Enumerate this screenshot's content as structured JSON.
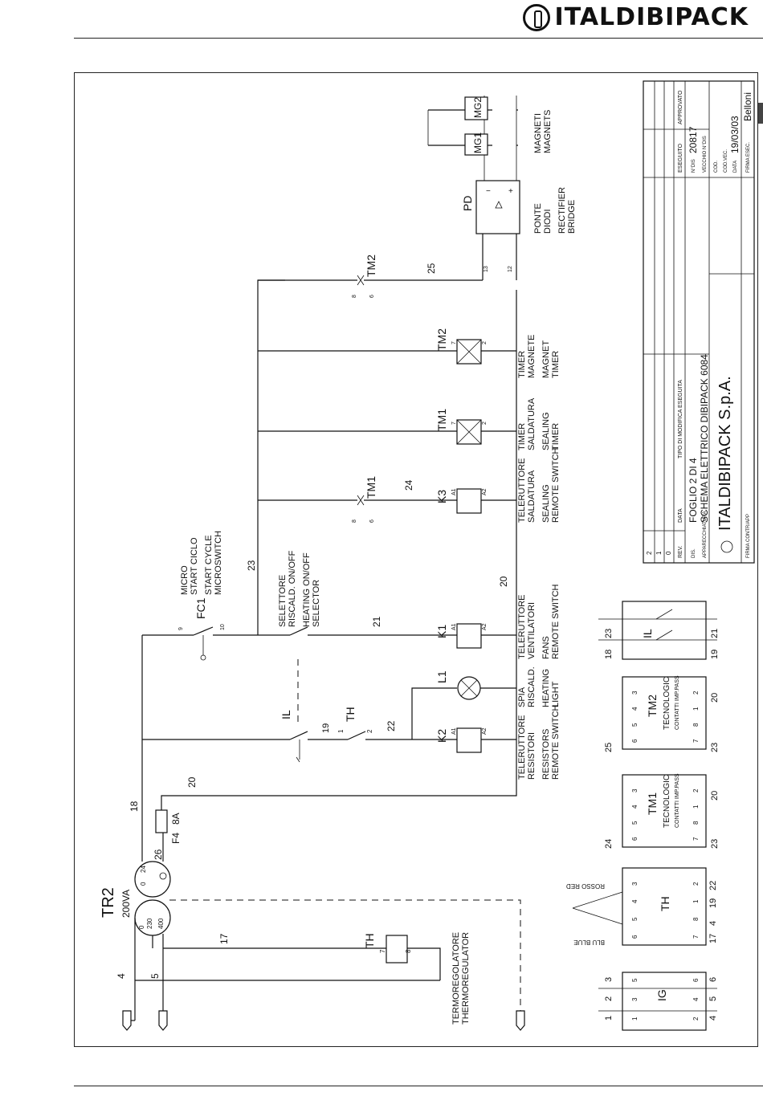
{
  "header": {
    "brand": "ITALDIBIPACK"
  },
  "diagram": {
    "transformer": {
      "name": "TR2",
      "rating": "200VA",
      "tap_in": "0",
      "tap_230": "230",
      "tap_400": "400",
      "tap_out0": "0",
      "tap_out24": "24"
    },
    "fuse": {
      "name": "F4",
      "rating": "8A"
    },
    "wires": {
      "w4": "4",
      "w5": "5",
      "w17": "17",
      "w18": "18",
      "w26": "26",
      "w20a": "20",
      "w19": "19",
      "w22": "22",
      "w21": "21",
      "w23": "23",
      "w24": "24",
      "w20b": "20",
      "w25": "25"
    },
    "thermoregulator": {
      "tag": "TH",
      "pin7": "7",
      "pin8": "8",
      "label_it": "TERMOREGOLATORE",
      "label_en": "THERMOREGULATOR"
    },
    "components": {
      "IL": "IL",
      "TH": "TH",
      "TH_p1": "1",
      "TH_p2": "2",
      "FC1": "FC1",
      "FC1_p9": "9",
      "FC1_p10": "10",
      "micro": [
        "MICRO",
        "START CICLO",
        "START CYCLE",
        "MICROSWITCH"
      ],
      "selector": [
        "SELETTORE",
        "RISCALD. ON/OFF",
        "HEATING ON/OFF",
        "SELECTOR"
      ],
      "TM1_contact": "TM1",
      "TM1_c8": "8",
      "TM1_c6": "6",
      "TM2_contact": "TM2",
      "TM2_c8": "8",
      "TM2_c6": "6"
    },
    "loads": [
      {
        "tag": "K2",
        "a1": "A1",
        "a2": "A2",
        "desc": [
          "TELERUTTORE",
          "RESISTORI",
          "RESISTORS",
          "REMOTE SWITCH"
        ]
      },
      {
        "tag": "L1",
        "desc": [
          "SPIA",
          "RISCALD.",
          "HEATING",
          "LIGHT"
        ]
      },
      {
        "tag": "K1",
        "a1": "A1",
        "a2": "A2",
        "desc": [
          "TELERUTTORE",
          "VENTILATORI",
          "FANS",
          "REMOTE SWITCH"
        ]
      },
      {
        "tag": "K3",
        "a1": "A1",
        "a2": "A2",
        "desc": [
          "TELERUTTORE",
          "SALDATURA",
          "SEALING",
          "REMOTE SWITCH"
        ]
      },
      {
        "tag": "TM1",
        "a1": "7",
        "a2": "2",
        "desc": [
          "TIMER",
          "SALDATURA",
          "SEALING",
          "TIMER"
        ]
      },
      {
        "tag": "TM2",
        "a1": "7",
        "a2": "2",
        "desc": [
          "TIMER",
          "MAGNETE",
          "MAGNET",
          "TIMER"
        ]
      }
    ],
    "bridge": {
      "tag": "PD",
      "p13": "13",
      "p12": "12",
      "minus": "−",
      "plus": "+",
      "desc": [
        "PONTE",
        "DIODI",
        "RECTIFIER",
        "BRIDGE"
      ]
    },
    "magnets": {
      "mg1": "MG1",
      "mg2": "MG2",
      "desc": [
        "MAGNETI",
        "MAGNETS"
      ]
    },
    "modules": {
      "IG": {
        "tag": "IG",
        "top": [
          "1",
          "3",
          "5"
        ],
        "bottom": [
          "2",
          "4",
          "6"
        ],
        "wires_top": [
          "1",
          "2",
          "3"
        ],
        "wires_bottom": [
          "4",
          "5",
          "6"
        ]
      },
      "TH": {
        "tag": "TH",
        "top": [
          "6",
          "5",
          "4",
          "3"
        ],
        "bottom": [
          "7",
          "8",
          "1",
          "2"
        ],
        "wires_bottom": [
          "17",
          "4",
          "19",
          "22"
        ],
        "blue": "BLU BLUE",
        "red": "ROSSO RED"
      },
      "TM1": {
        "tag": "TM1",
        "brand": "TECNOLOGIC",
        "sub": "CONTATTI IMP.PASS",
        "top": [
          "6",
          "5",
          "4",
          "3"
        ],
        "bottom": [
          "7",
          "8",
          "1",
          "2"
        ],
        "wire_top": "24",
        "wire_bottom_l": "23",
        "wire_bottom_r": "20"
      },
      "TM2": {
        "tag": "TM2",
        "brand": "TECNOLOGIC",
        "sub": "CONTATTI IMP.PASS",
        "top": [
          "6",
          "5",
          "4",
          "3"
        ],
        "bottom": [
          "7",
          "8",
          "1",
          "2"
        ],
        "wire_top": "25",
        "wire_bottom_l": "23",
        "wire_bottom_r": "20"
      },
      "IL": {
        "tag": "IL",
        "wires_top": [
          "18",
          "23"
        ],
        "wires_bottom": [
          "19",
          "21"
        ]
      }
    },
    "title_block": {
      "rows": [
        "2",
        "1",
        "0"
      ],
      "rev": "REV.",
      "data": "DATA",
      "tipo": "TIPO DI MODIFICA ESEGUITA",
      "eseguito": "ESEGUITO",
      "approvato": "APPROVATO",
      "sheet": "FOGLIO 2 DI 4",
      "title": "SCHEMA ELETTRICO DIBIPACK 6084",
      "company": "ITALDIBIPACK S.p.A.",
      "dis_label": "DIS.",
      "app_label": "APPARECCHIATURA",
      "n_label": "N°DIS",
      "n_val": "20817",
      "vecchio": "VECCHIO N°DIS",
      "cod": "COD.",
      "cod_vec": "COD.VEC.",
      "data_label": "DATA",
      "date": "19/03/03",
      "firma_esec": "FIRMA ESEC.",
      "author": "Belloni",
      "firma_contr": "FIRMA CONTR/APP"
    }
  }
}
